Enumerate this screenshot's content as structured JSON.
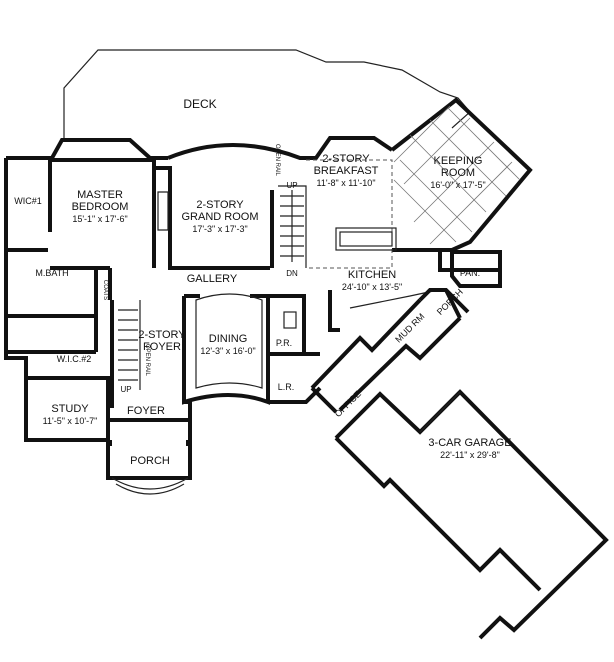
{
  "rooms": {
    "deck": {
      "name": "DECK"
    },
    "master_bedroom": {
      "name1": "MASTER",
      "name2": "BEDROOM",
      "dim": "15'-1\" x 17'-6\""
    },
    "wic1": {
      "name": "WIC#1"
    },
    "mbath": {
      "name": "M.BATH"
    },
    "wic2": {
      "name": "W.I.C.#2"
    },
    "study": {
      "name": "STUDY",
      "dim": "11'-5\" x 10'-7\""
    },
    "grand_room": {
      "name1": "2-STORY",
      "name2": "GRAND ROOM",
      "dim": "17'-3\" x 17'-3\""
    },
    "breakfast": {
      "name1": "2-STORY",
      "name2": "BREAKFAST",
      "dim": "11'-8\" x 11'-10\""
    },
    "keeping_room": {
      "name1": "KEEPING",
      "name2": "ROOM",
      "dim": "16'-0\" x 17'-5\""
    },
    "gallery": {
      "name": "GALLERY"
    },
    "kitchen": {
      "name": "KITCHEN",
      "dim": "24'-10\" x 13'-5\""
    },
    "pantry": {
      "name": "PAN."
    },
    "foyer_2story": {
      "name1": "2-STORY",
      "name2": "FOYER"
    },
    "dining": {
      "name": "DINING",
      "dim": "12'-3\" x 16'-0\""
    },
    "powder": {
      "name": "P.R."
    },
    "laundry": {
      "name": "L.R."
    },
    "mud_room": {
      "name": "MUD RM"
    },
    "porch_side": {
      "name": "PORCH"
    },
    "office": {
      "name": "OFFICE"
    },
    "foyer": {
      "name": "FOYER"
    },
    "porch_front": {
      "name": "PORCH"
    },
    "garage": {
      "name": "3-CAR GARAGE",
      "dim": "22'-11\" x 29'-8\""
    }
  },
  "annotations": {
    "up": "UP",
    "dn": "DN",
    "coats": "COATS",
    "open_rail": "OPEN RAIL"
  }
}
